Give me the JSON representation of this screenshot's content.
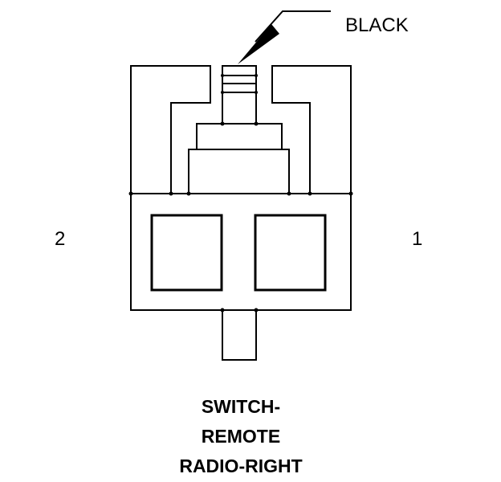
{
  "wire_color_label": "BLACK",
  "pins": {
    "left": "2",
    "right": "1"
  },
  "title_lines": [
    "SWITCH-",
    "REMOTE",
    "RADIO-RIGHT"
  ],
  "colors": {
    "ink": "#000000",
    "background": "#ffffff"
  }
}
